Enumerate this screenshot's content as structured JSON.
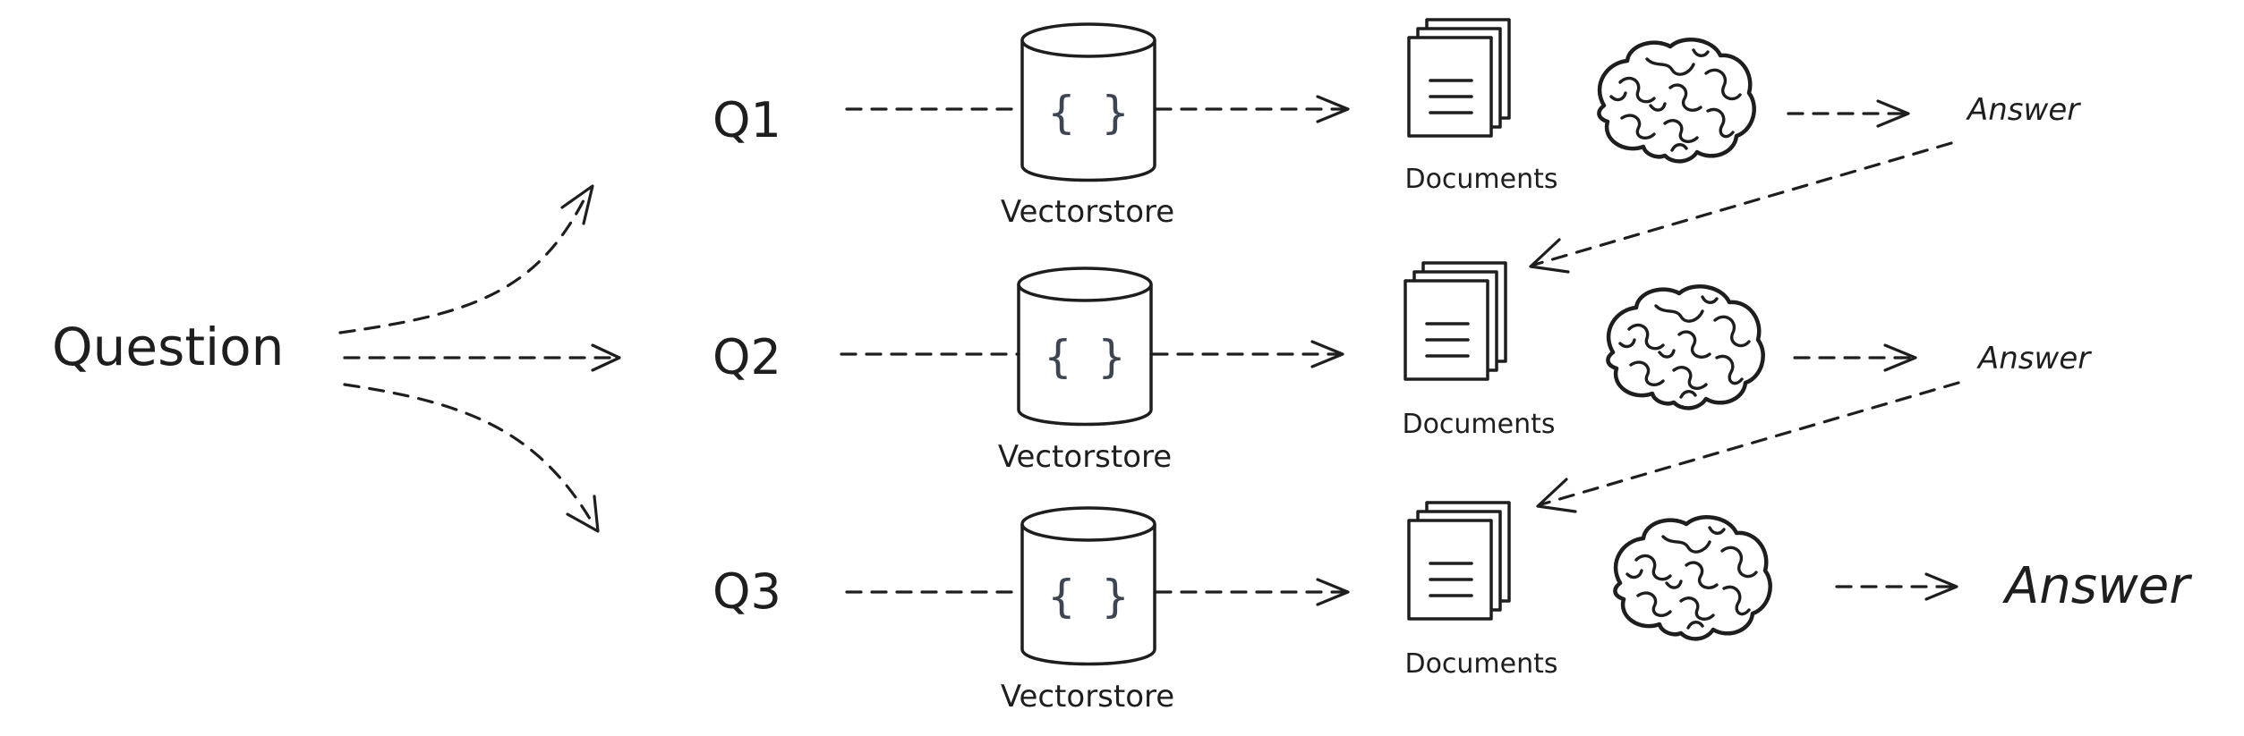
{
  "question": {
    "label": "Question"
  },
  "rows": [
    {
      "query": "Q1",
      "store_label": "Vectorstore",
      "store_icon": "{ }",
      "docs_label": "Documents",
      "answer": "Answer"
    },
    {
      "query": "Q2",
      "store_label": "Vectorstore",
      "store_icon": "{ }",
      "docs_label": "Documents",
      "answer": "Answer"
    },
    {
      "query": "Q3",
      "store_label": "Vectorstore",
      "store_icon": "{ }",
      "docs_label": "Documents",
      "answer": "Answer"
    }
  ],
  "icons": {
    "vectorstore": "database-cylinder-icon",
    "documents": "document-stack-icon",
    "llm": "brain-icon"
  },
  "colors": {
    "ink": "#1e1e1e",
    "braces": "#3d4650",
    "background": "#ffffff"
  }
}
